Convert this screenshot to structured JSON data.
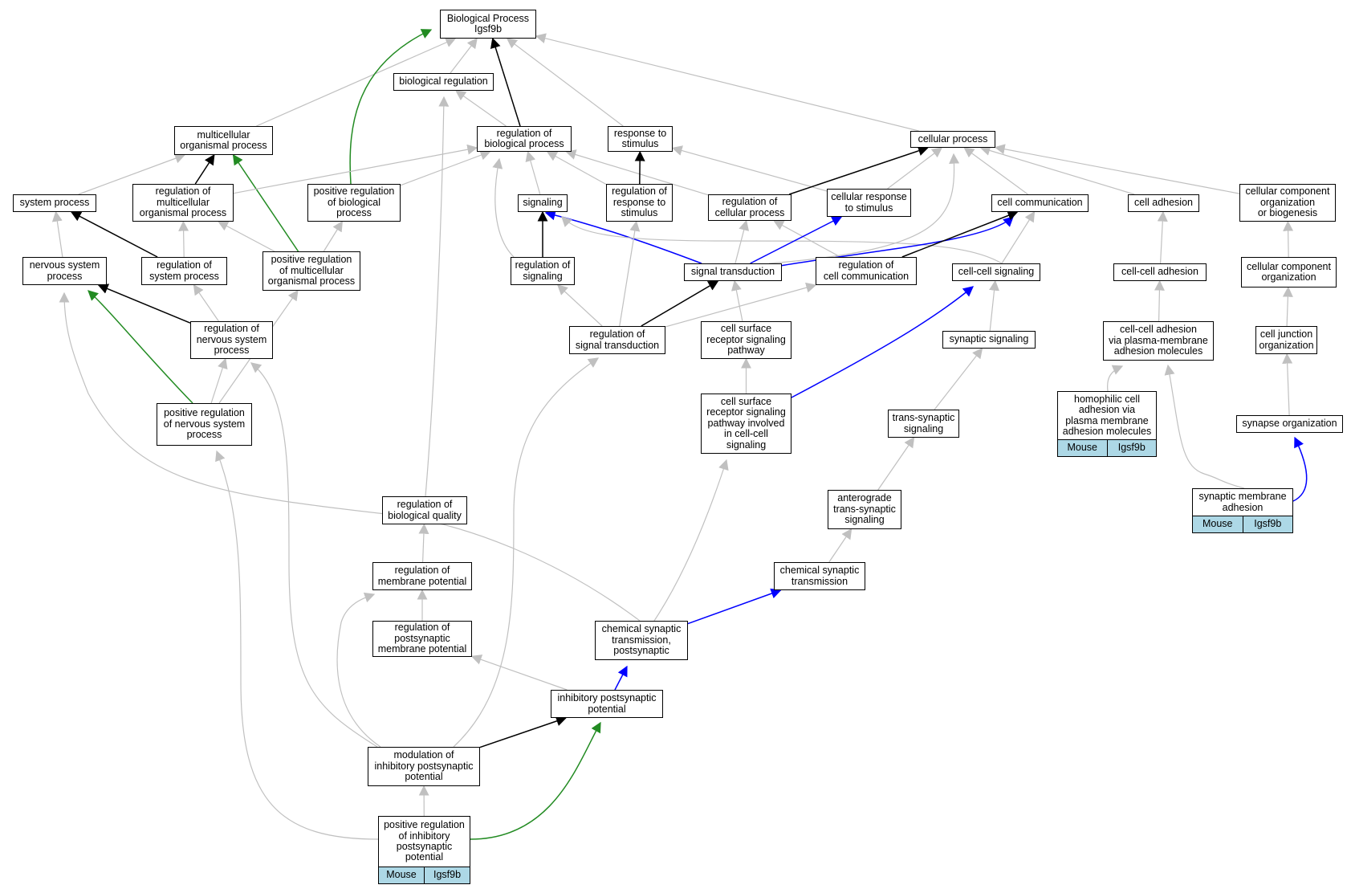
{
  "colors": {
    "gray": "#c0c0c0",
    "black": "#000000",
    "green": "#228b22",
    "blue": "#0000ff",
    "annotation_fill": "#add8e6"
  },
  "nodes": [
    {
      "id": "bp",
      "lines": [
        "Biological Process",
        "Igsf9b"
      ]
    },
    {
      "id": "bioreg",
      "lines": [
        "biological regulation"
      ]
    },
    {
      "id": "mop",
      "lines": [
        "multicellular",
        "organismal process"
      ]
    },
    {
      "id": "regbp",
      "lines": [
        "regulation of",
        "biological process"
      ]
    },
    {
      "id": "rts",
      "lines": [
        "response to",
        "stimulus"
      ]
    },
    {
      "id": "cp",
      "lines": [
        "cellular process"
      ]
    },
    {
      "id": "sp",
      "lines": [
        "system process"
      ]
    },
    {
      "id": "regmop",
      "lines": [
        "regulation of",
        "multicellular",
        "organismal process"
      ]
    },
    {
      "id": "posregbp",
      "lines": [
        "positive regulation",
        "of biological",
        "process"
      ]
    },
    {
      "id": "sig",
      "lines": [
        "signaling"
      ]
    },
    {
      "id": "regrts",
      "lines": [
        "regulation of",
        "response to",
        "stimulus"
      ]
    },
    {
      "id": "regcp",
      "lines": [
        "regulation of",
        "cellular process"
      ]
    },
    {
      "id": "crs",
      "lines": [
        "cellular response",
        "to stimulus"
      ]
    },
    {
      "id": "cc",
      "lines": [
        "cell communication"
      ]
    },
    {
      "id": "ca",
      "lines": [
        "cell adhesion"
      ]
    },
    {
      "id": "ccob",
      "lines": [
        "cellular component",
        "organization",
        "or biogenesis"
      ]
    },
    {
      "id": "nsp",
      "lines": [
        "nervous system",
        "process"
      ]
    },
    {
      "id": "regsp",
      "lines": [
        "regulation of",
        "system process"
      ]
    },
    {
      "id": "posregmop",
      "lines": [
        "positive regulation",
        "of multicellular",
        "organismal process"
      ]
    },
    {
      "id": "regsig",
      "lines": [
        "regulation of",
        "signaling"
      ]
    },
    {
      "id": "st",
      "lines": [
        "signal transduction"
      ]
    },
    {
      "id": "regcc",
      "lines": [
        "regulation of",
        "cell communication"
      ]
    },
    {
      "id": "ccs",
      "lines": [
        "cell-cell signaling"
      ]
    },
    {
      "id": "cca",
      "lines": [
        "cell-cell adhesion"
      ]
    },
    {
      "id": "cco",
      "lines": [
        "cellular component",
        "organization"
      ]
    },
    {
      "id": "regnsp",
      "lines": [
        "regulation of",
        "nervous system",
        "process"
      ]
    },
    {
      "id": "regst",
      "lines": [
        "regulation of",
        "signal transduction"
      ]
    },
    {
      "id": "csrsp",
      "lines": [
        "cell surface",
        "receptor signaling",
        "pathway"
      ]
    },
    {
      "id": "ss",
      "lines": [
        "synaptic signaling"
      ]
    },
    {
      "id": "ccapm",
      "lines": [
        "cell-cell adhesion",
        "via plasma-membrane",
        "adhesion molecules"
      ]
    },
    {
      "id": "cjo",
      "lines": [
        "cell junction",
        "organization"
      ]
    },
    {
      "id": "posregnsp",
      "lines": [
        "positive regulation",
        "of nervous system",
        "process"
      ]
    },
    {
      "id": "csrspcc",
      "lines": [
        "cell surface",
        "receptor signaling",
        "pathway involved",
        "in cell-cell",
        "signaling"
      ]
    },
    {
      "id": "tss",
      "lines": [
        "trans-synaptic",
        "signaling"
      ]
    },
    {
      "id": "homo",
      "lines": [
        "homophilic cell",
        "adhesion via",
        "plasma membrane",
        "adhesion molecules"
      ],
      "annotation": [
        "Mouse",
        "Igsf9b"
      ]
    },
    {
      "id": "so",
      "lines": [
        "synapse organization"
      ]
    },
    {
      "id": "regbq",
      "lines": [
        "regulation of",
        "biological quality"
      ]
    },
    {
      "id": "atss",
      "lines": [
        "anterograde",
        "trans-synaptic",
        "signaling"
      ]
    },
    {
      "id": "sma",
      "lines": [
        "synaptic membrane",
        "adhesion"
      ],
      "annotation": [
        "Mouse",
        "Igsf9b"
      ]
    },
    {
      "id": "regmp",
      "lines": [
        "regulation of",
        "membrane potential"
      ]
    },
    {
      "id": "cst",
      "lines": [
        "chemical synaptic",
        "transmission"
      ]
    },
    {
      "id": "regpmp",
      "lines": [
        "regulation of",
        "postsynaptic",
        "membrane potential"
      ]
    },
    {
      "id": "cstp",
      "lines": [
        "chemical synaptic",
        "transmission,",
        "postsynaptic"
      ]
    },
    {
      "id": "ipsp",
      "lines": [
        "inhibitory postsynaptic",
        "potential"
      ]
    },
    {
      "id": "modipsp",
      "lines": [
        "modulation of",
        "inhibitory postsynaptic",
        "potential"
      ]
    },
    {
      "id": "posregipsp",
      "lines": [
        "positive regulation",
        "of inhibitory",
        "postsynaptic",
        "potential"
      ],
      "annotation": [
        "Mouse",
        "Igsf9b"
      ]
    }
  ],
  "edges": [
    {
      "from": "bioreg",
      "to": "bp",
      "color": "gray"
    },
    {
      "from": "mop",
      "to": "bp",
      "color": "gray"
    },
    {
      "from": "posregbp",
      "to": "bp",
      "color": "green"
    },
    {
      "from": "regbp",
      "to": "bp",
      "color": "black"
    },
    {
      "from": "rts",
      "to": "bp",
      "color": "gray"
    },
    {
      "from": "cp",
      "to": "bp",
      "color": "gray"
    },
    {
      "from": "regbp",
      "to": "bioreg",
      "color": "gray"
    },
    {
      "from": "sp",
      "to": "mop",
      "color": "gray"
    },
    {
      "from": "regmop",
      "to": "mop",
      "color": "black"
    },
    {
      "from": "posregmop",
      "to": "mop",
      "color": "green"
    },
    {
      "from": "regmop",
      "to": "regbp",
      "color": "gray"
    },
    {
      "from": "posregbp",
      "to": "regbp",
      "color": "gray"
    },
    {
      "from": "sig",
      "to": "regbp",
      "color": "gray"
    },
    {
      "from": "regrts",
      "to": "regbp",
      "color": "gray"
    },
    {
      "from": "regcp",
      "to": "regbp",
      "color": "gray"
    },
    {
      "from": "regsig",
      "to": "regbp",
      "color": "gray"
    },
    {
      "from": "regrts",
      "to": "rts",
      "color": "black"
    },
    {
      "from": "crs",
      "to": "rts",
      "color": "gray"
    },
    {
      "from": "regcp",
      "to": "cp",
      "color": "black"
    },
    {
      "from": "crs",
      "to": "cp",
      "color": "gray"
    },
    {
      "from": "cc",
      "to": "cp",
      "color": "gray"
    },
    {
      "from": "ca",
      "to": "cp",
      "color": "gray"
    },
    {
      "from": "ccob",
      "to": "cp",
      "color": "gray"
    },
    {
      "from": "st",
      "to": "cp",
      "color": "gray"
    },
    {
      "from": "nsp",
      "to": "sp",
      "color": "gray"
    },
    {
      "from": "regsp",
      "to": "sp",
      "color": "black"
    },
    {
      "from": "regsp",
      "to": "regmop",
      "color": "gray"
    },
    {
      "from": "posregmop",
      "to": "regmop",
      "color": "gray"
    },
    {
      "from": "posregmop",
      "to": "posregbp",
      "color": "gray"
    },
    {
      "from": "regsig",
      "to": "sig",
      "color": "black"
    },
    {
      "from": "st",
      "to": "sig",
      "color": "blue"
    },
    {
      "from": "ccs",
      "to": "sig",
      "color": "gray"
    },
    {
      "from": "regst",
      "to": "regrts",
      "color": "gray"
    },
    {
      "from": "st",
      "to": "regcp",
      "color": "gray"
    },
    {
      "from": "regcc",
      "to": "regcp",
      "color": "gray"
    },
    {
      "from": "st",
      "to": "crs",
      "color": "blue"
    },
    {
      "from": "st",
      "to": "cc",
      "color": "blue"
    },
    {
      "from": "regcc",
      "to": "cc",
      "color": "black"
    },
    {
      "from": "ccs",
      "to": "cc",
      "color": "gray"
    },
    {
      "from": "cca",
      "to": "ca",
      "color": "gray"
    },
    {
      "from": "cco",
      "to": "ccob",
      "color": "gray"
    },
    {
      "from": "regnsp",
      "to": "nsp",
      "color": "black"
    },
    {
      "from": "posregnsp",
      "to": "nsp",
      "color": "green"
    },
    {
      "from": "regnsp",
      "to": "regsp",
      "color": "gray"
    },
    {
      "from": "posregnsp",
      "to": "posregmop",
      "color": "gray"
    },
    {
      "from": "regst",
      "to": "regsig",
      "color": "gray"
    },
    {
      "from": "regst",
      "to": "st",
      "color": "black"
    },
    {
      "from": "csrsp",
      "to": "st",
      "color": "gray"
    },
    {
      "from": "regst",
      "to": "regcc",
      "color": "gray"
    },
    {
      "from": "ss",
      "to": "ccs",
      "color": "gray"
    },
    {
      "from": "csrspcc",
      "to": "ccs",
      "color": "blue"
    },
    {
      "from": "ccapm",
      "to": "cca",
      "color": "gray"
    },
    {
      "from": "cjo",
      "to": "cco",
      "color": "gray"
    },
    {
      "from": "posregnsp",
      "to": "regnsp",
      "color": "gray"
    },
    {
      "from": "csrspcc",
      "to": "csrsp",
      "color": "gray"
    },
    {
      "from": "tss",
      "to": "ss",
      "color": "gray"
    },
    {
      "from": "homo",
      "to": "ccapm",
      "color": "gray"
    },
    {
      "from": "sma",
      "to": "ccapm",
      "color": "gray"
    },
    {
      "from": "so",
      "to": "cjo",
      "color": "gray"
    },
    {
      "from": "regbq",
      "to": "bioreg",
      "color": "gray"
    },
    {
      "from": "atss",
      "to": "tss",
      "color": "gray"
    },
    {
      "from": "sma",
      "to": "so",
      "color": "blue"
    },
    {
      "from": "regmp",
      "to": "regbq",
      "color": "gray"
    },
    {
      "from": "cst",
      "to": "atss",
      "color": "gray"
    },
    {
      "from": "regpmp",
      "to": "regmp",
      "color": "gray"
    },
    {
      "from": "cstp",
      "to": "cst",
      "color": "blue"
    },
    {
      "from": "cstp",
      "to": "nsp",
      "color": "gray"
    },
    {
      "from": "cstp",
      "to": "csrspcc",
      "color": "gray"
    },
    {
      "from": "ipsp",
      "to": "regpmp",
      "color": "gray"
    },
    {
      "from": "ipsp",
      "to": "cstp",
      "color": "blue"
    },
    {
      "from": "modipsp",
      "to": "ipsp",
      "color": "black"
    },
    {
      "from": "modipsp",
      "to": "regmp",
      "color": "gray"
    },
    {
      "from": "modipsp",
      "to": "regnsp",
      "color": "gray"
    },
    {
      "from": "modipsp",
      "to": "regst",
      "color": "gray"
    },
    {
      "from": "posregipsp",
      "to": "modipsp",
      "color": "gray"
    },
    {
      "from": "posregipsp",
      "to": "ipsp",
      "color": "green"
    },
    {
      "from": "posregipsp",
      "to": "posregnsp",
      "color": "gray"
    }
  ]
}
